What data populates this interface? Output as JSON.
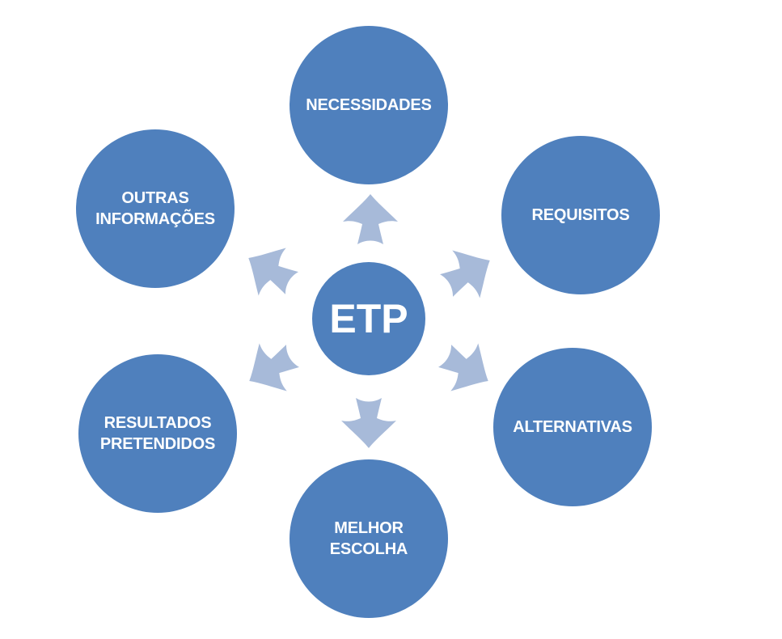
{
  "diagram": {
    "colors": {
      "node_fill": "#4f80bd",
      "arrow_fill": "#a7bad9",
      "label": "#ffffff"
    },
    "center": {
      "label": "ETP"
    },
    "nodes": [
      {
        "id": "necessidades",
        "label": "NECESSIDADES"
      },
      {
        "id": "requisitos",
        "label": "REQUISITOS"
      },
      {
        "id": "alternativas",
        "label": "ALTERNATIVAS"
      },
      {
        "id": "melhor-escolha",
        "label": "MELHOR\nESCOLHA"
      },
      {
        "id": "resultados-pretendidos",
        "label": "RESULTADOS\nPRETENDIDOS"
      },
      {
        "id": "outras-informacoes",
        "label": "OUTRAS\nINFORMAÇÕES"
      }
    ]
  }
}
